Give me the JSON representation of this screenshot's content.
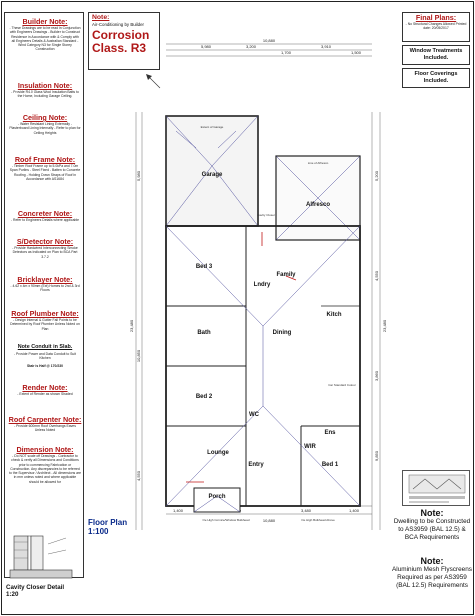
{
  "left_notes": [
    {
      "title": "Builder Note:",
      "body": "- These Drawings are to be read in Conjunction with Engineers Drawings - Builder to Construct Residence in Accordance with & Comply with all Engineers Details & Australian Standard - Wind Category N3 for Single Storey Construction"
    },
    {
      "title": "Insulation Note:",
      "body": "- Provide R4.0 Glass Wool Insulation Batts to the Home, Including Garage Ceiling."
    },
    {
      "title": "Ceiling Note:",
      "body": "- Water Resistant Lining Externally - Plasterboard Lining Internally - Refer to plan for Ceiling Heights"
    },
    {
      "title": "Roof Frame Note:",
      "body": "- Timber Roof Frame up to 5.0kPa and 7.0m Span Purlins - Steel Fixed - Batten to Concrete Roofing - Holding Down Straps of Roof in Accordance with AS1684"
    },
    {
      "title": "Concreter Note:",
      "body": "- Refer to Engineers Details where applicable"
    },
    {
      "title": "S/Detector Note:",
      "body": "- Provide Hardwired Interconnecting Smoke Detectors as Indicated on Plan to BCA Part 3.7.2"
    },
    {
      "title": "Bricklayer Note:",
      "body": "- 4.62 x 4m x 90mm (Ext) Homes to 2nd & 3rd Floors"
    },
    {
      "title": "Roof Plumber Note:",
      "body": "- Design Internal & Gutter Fall Points to be Determined by Roof Plumber Unless Noted on Plan"
    },
    {
      "title": "Note Conduit in Slab.",
      "body": "- Provide Power and Data Conduit to Suit Kitchen"
    },
    {
      "title": "",
      "body": "Stair is Half @ 170/230"
    },
    {
      "title": "Render Note:",
      "body": "- Extent of Render as shown Shaded"
    },
    {
      "title": "Roof Carpenter Note:",
      "body": "- Provide 600mm Roof Overhangs Eaves Unless Noted"
    },
    {
      "title": "Dimension Note:",
      "body": "- Do NOT scale off Drawings - Contractor to check & verify all Dimensions and Conditions prior to commencing Fabrication or Construction. Any discrepancies to be referred to the Supervisor / Architect - All dimensions are in mm unless noted and where applicable should be allowed for"
    }
  ],
  "header": {
    "note_title": "Note:",
    "note_body": "Air-Conditioning by Builder",
    "corrosion": "Corrosion Class. R3"
  },
  "right_notes": {
    "final_title": "Final Plans:",
    "final_body": "- No Structural Changes Allowed Printed date: 20/05/2017",
    "window": "Window Treatments Included.",
    "floor": "Floor Coverings Included."
  },
  "bottom_notes": {
    "note1_title": "Note:",
    "note1_body": "Dwelling to be Constructed to AS3959 (BAL 12.5) & BCA Requirements",
    "note2_title": "Note:",
    "note2_body": "Aluminium Mesh Flyscreens Required as per AS3959 (BAL 12.5) Requirements"
  },
  "plan": {
    "title": "Floor Plan",
    "scale": "1:100",
    "cavity_title": "Cavity Closer Detail",
    "cavity_scale": "1:20",
    "rooms": {
      "garage": "Garage",
      "alfresco": "Alfresco",
      "family": "Family",
      "kitch": "Kitch",
      "dining": "Dining",
      "bed3": "Bed 3",
      "bed2": "Bed 2",
      "bed1": "Bed 1",
      "bath": "Bath",
      "lounge": "Lounge",
      "entry": "Entry",
      "porch": "Porch",
      "ens": "Ens",
      "wir": "WIR",
      "lndry": "Lndry",
      "wc": "WC"
    },
    "dims_top": [
      "10,880",
      "5,980",
      "3,200",
      "1,700",
      "3,910",
      "1,500"
    ],
    "dims_bottom": [
      "10,880",
      "1,400",
      "4,600",
      "3,480",
      "1,400"
    ],
    "dims_left": [
      "23,480",
      "5,980",
      "10,850",
      "4,550"
    ],
    "dims_right": [
      "5,200",
      "4,550",
      "23,480",
      "3,860",
      "9,850"
    ],
    "annotations": [
      "Extent of Garage",
      "Line of Alfresco",
      "Cavity Closer",
      "Car Standard Colour",
      "Oe High Cornice/Window Bulkhead",
      "Oe High Bulkhead Above"
    ]
  }
}
